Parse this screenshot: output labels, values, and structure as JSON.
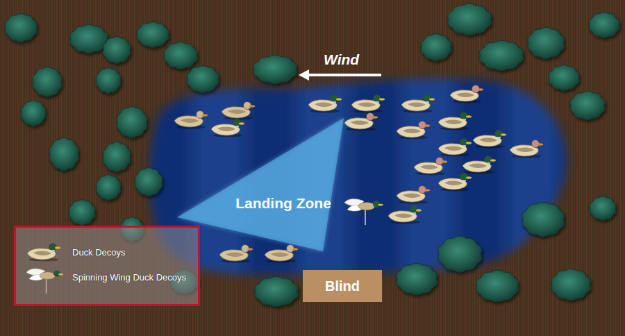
{
  "diagram": {
    "nodes": [
      {
        "text": [
          "Landing Zone"
        ]
      },
      {
        "text": [
          "Blind"
        ]
      }
    ],
    "labels": [
      "Wind"
    ],
    "legend": [
      {
        "text": "Duck Decoys"
      },
      {
        "text": "Spinning Wing Duck Decoys"
      }
    ]
  }
}
